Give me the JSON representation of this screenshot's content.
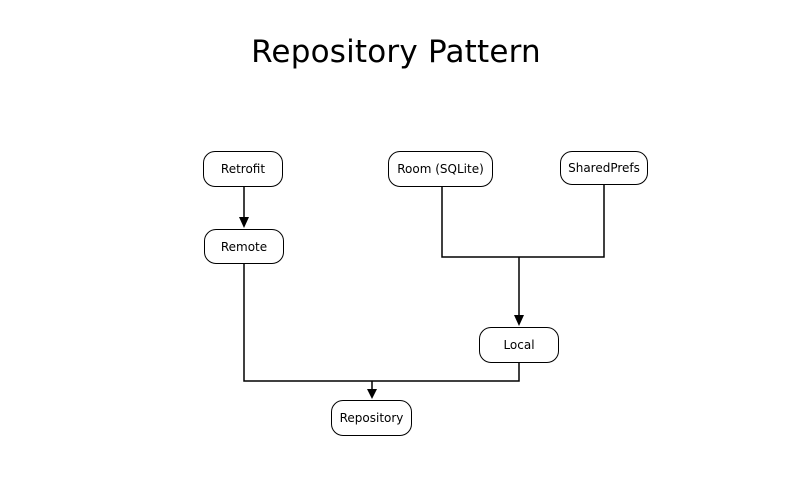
{
  "title": "Repository Pattern",
  "nodes": {
    "retrofit": "Retrofit",
    "room": "Room (SQLite)",
    "sharedprefs": "SharedPrefs",
    "remote": "Remote",
    "local": "Local",
    "repository": "Repository"
  },
  "edges": [
    {
      "from": "Retrofit",
      "to": "Remote"
    },
    {
      "from": "Room (SQLite)",
      "to": "Local"
    },
    {
      "from": "SharedPrefs",
      "to": "Local"
    },
    {
      "from": "Remote",
      "to": "Repository"
    },
    {
      "from": "Local",
      "to": "Repository"
    }
  ]
}
